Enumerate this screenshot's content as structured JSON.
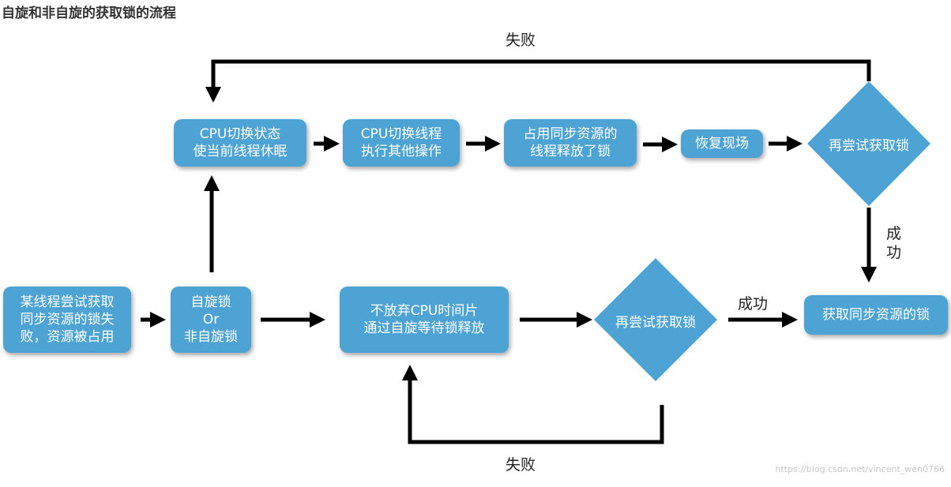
{
  "title": "自旋和非自旋的获取锁的流程",
  "nodes": {
    "start": [
      "某线程尝试获取",
      "同步资源的锁失",
      "败，资源被占用"
    ],
    "choice": [
      "自旋锁",
      "Or",
      "非自旋锁"
    ],
    "cpu_sleep": [
      "CPU切换状态",
      "使当前线程休眠"
    ],
    "cpu_other": [
      "CPU切换线程",
      "执行其他操作"
    ],
    "release": [
      "占用同步资源的",
      "线程释放了锁"
    ],
    "restore": "恢复现场",
    "retry_top": "再尝试获取锁",
    "spin": [
      "不放弃CPU时间片",
      "通过自旋等待锁释放"
    ],
    "retry_bottom": "再尝试获取锁",
    "acquired": "获取同步资源的锁"
  },
  "labels": {
    "fail_top": "失败",
    "success_right": [
      "成",
      "功"
    ],
    "success_bottom": "成功",
    "fail_bottom": "失败"
  },
  "watermark": "https://blog.csdn.net/vincent_wen0766",
  "colors": {
    "node_fill": "#4ea3d5",
    "arrow": "#000000"
  }
}
